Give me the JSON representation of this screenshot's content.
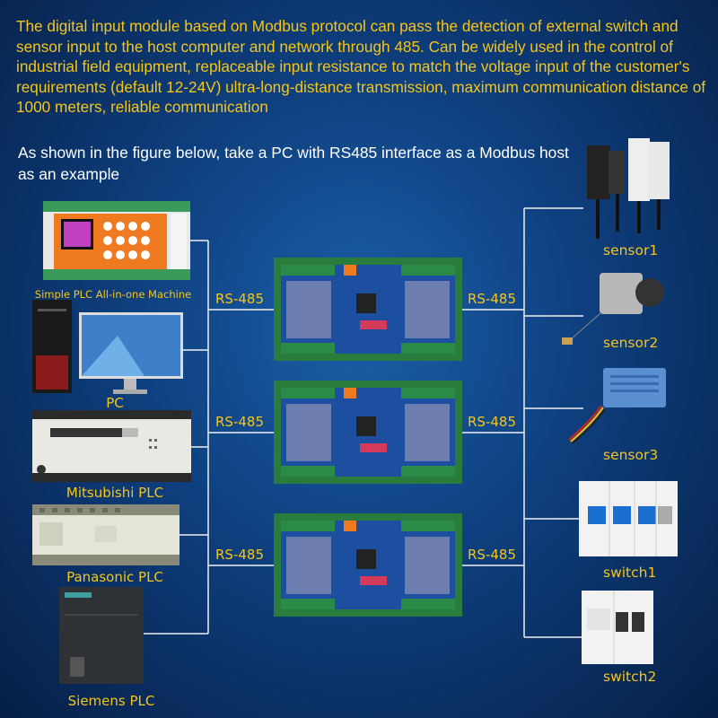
{
  "intro_text": "The digital input module based on Modbus protocol can pass the detection of external switch and sensor input to the host computer and network through 485. Can be widely used in the control of industrial field equipment, replaceable input resistance to match the voltage input of the customer's requirements (default 12-24V) ultra-long-distance transmission, maximum communication distance of 1000 meters, reliable communication",
  "subtitle": "As shown in the figure below, take a PC with RS485 interface as a Modbus host as an example",
  "hosts": [
    {
      "label": "Simple PLC All-in-one Machine",
      "icon": "plc-hmi-icon"
    },
    {
      "label": "PC",
      "icon": "desktop-pc-icon"
    },
    {
      "label": "Mitsubishi PLC",
      "icon": "mitsubishi-plc-icon"
    },
    {
      "label": "Panasonic PLC",
      "icon": "panasonic-plc-icon"
    },
    {
      "label": "Siemens PLC",
      "icon": "siemens-plc-icon"
    }
  ],
  "links": {
    "left": [
      "RS-485",
      "RS-485",
      "RS-485"
    ],
    "right": [
      "RS-485",
      "RS-485",
      "RS-485"
    ]
  },
  "devices": [
    {
      "label": "sensor1",
      "icon": "linear-actuator-sensor-icon"
    },
    {
      "label": "sensor2",
      "icon": "draw-wire-sensor-icon"
    },
    {
      "label": "sensor3",
      "icon": "humidity-sensor-icon"
    },
    {
      "label": "switch1",
      "icon": "circuit-breaker-icon"
    },
    {
      "label": "switch2",
      "icon": "small-breaker-icon"
    }
  ],
  "colors": {
    "accent": "#f5c518",
    "board": "#2a7c3c",
    "pcb": "#1c4fa0",
    "background": "#0e3f7e"
  }
}
